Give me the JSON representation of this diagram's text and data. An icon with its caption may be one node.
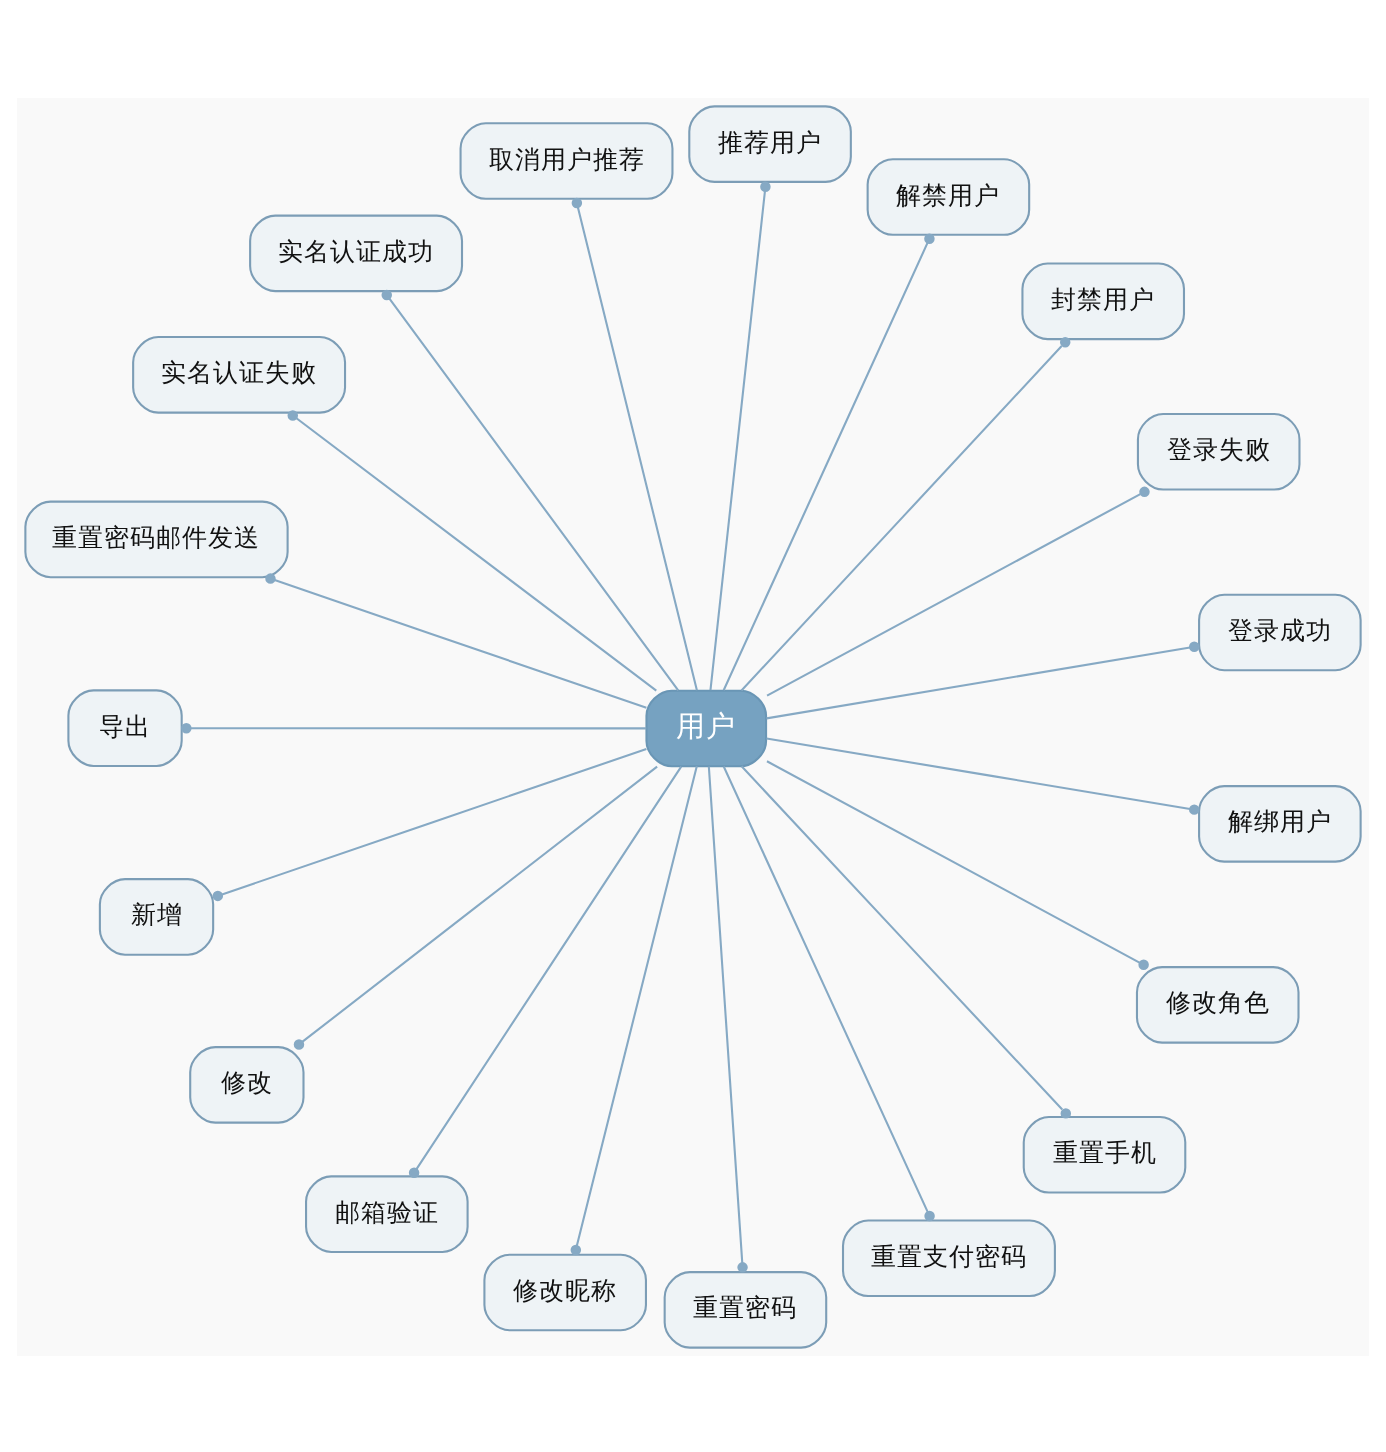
{
  "diagram": {
    "nodes": [
      {
        "text": [
          "用户"
        ]
      },
      {
        "text": [
          "登录成功"
        ]
      },
      {
        "text": [
          "登录失败"
        ]
      },
      {
        "text": [
          "封禁用户"
        ]
      },
      {
        "text": [
          "解禁用户"
        ]
      },
      {
        "text": [
          "推荐用户"
        ]
      },
      {
        "text": [
          "取消用户推荐"
        ]
      },
      {
        "text": [
          "实名认证成功"
        ]
      },
      {
        "text": [
          "实名认证失败"
        ]
      },
      {
        "text": [
          "重置密码邮件发送"
        ]
      },
      {
        "text": [
          "导出"
        ]
      },
      {
        "text": [
          "新增"
        ]
      },
      {
        "text": [
          "修改"
        ]
      },
      {
        "text": [
          "邮箱验证"
        ]
      },
      {
        "text": [
          "修改昵称"
        ]
      },
      {
        "text": [
          "重置密码"
        ]
      },
      {
        "text": [
          "重置支付密码"
        ]
      },
      {
        "text": [
          "重置手机"
        ]
      },
      {
        "text": [
          "修改角色"
        ]
      },
      {
        "text": [
          "解绑用户"
        ]
      }
    ],
    "edges": [
      {
        "from": 0,
        "to": 1,
        "arrow": "other"
      },
      {
        "from": 0,
        "to": 2,
        "arrow": "other"
      },
      {
        "from": 0,
        "to": 3,
        "arrow": "other"
      },
      {
        "from": 0,
        "to": 4,
        "arrow": "other"
      },
      {
        "from": 0,
        "to": 5,
        "arrow": "other"
      },
      {
        "from": 0,
        "to": 6,
        "arrow": "other"
      },
      {
        "from": 0,
        "to": 7,
        "arrow": "other"
      },
      {
        "from": 0,
        "to": 8,
        "arrow": "other"
      },
      {
        "from": 0,
        "to": 9,
        "arrow": "other"
      },
      {
        "from": 0,
        "to": 10,
        "arrow": "other"
      },
      {
        "from": 0,
        "to": 11,
        "arrow": "other"
      },
      {
        "from": 0,
        "to": 12,
        "arrow": "other"
      },
      {
        "from": 0,
        "to": 13,
        "arrow": "other"
      },
      {
        "from": 0,
        "to": 14,
        "arrow": "other"
      },
      {
        "from": 0,
        "to": 15,
        "arrow": "other"
      },
      {
        "from": 0,
        "to": 16,
        "arrow": "other"
      },
      {
        "from": 0,
        "to": 17,
        "arrow": "other"
      },
      {
        "from": 0,
        "to": 18,
        "arrow": "other"
      },
      {
        "from": 0,
        "to": 19,
        "arrow": "other"
      }
    ]
  }
}
